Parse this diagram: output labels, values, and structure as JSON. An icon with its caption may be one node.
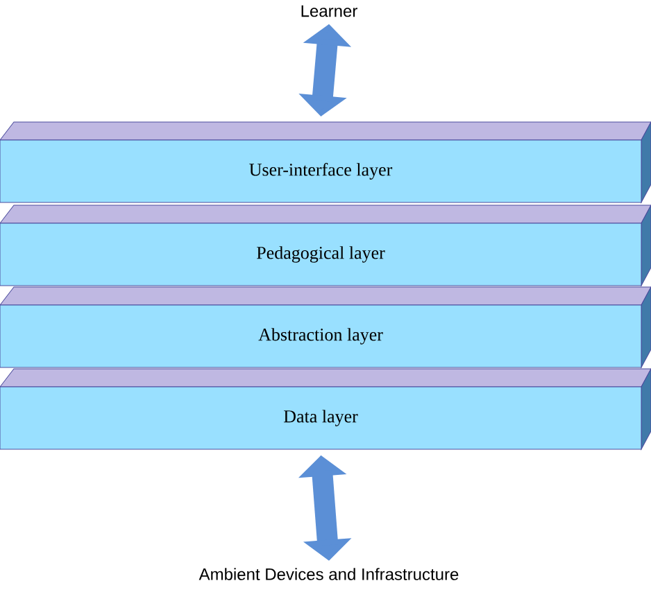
{
  "diagram": {
    "nodes": [
      {
        "text": [
          "Learner"
        ]
      },
      {
        "text": [
          "User-interface layer"
        ]
      },
      {
        "text": [
          "Pedagogical layer"
        ]
      },
      {
        "text": [
          "Abstraction layer"
        ]
      },
      {
        "text": [
          "Data layer"
        ]
      },
      {
        "text": [
          "Ambient Devices and Infrastructure"
        ]
      }
    ],
    "edges": [
      {
        "from": 0,
        "to": 1,
        "arrow": "both"
      },
      {
        "from": 4,
        "to": 5,
        "arrow": "both"
      }
    ]
  }
}
